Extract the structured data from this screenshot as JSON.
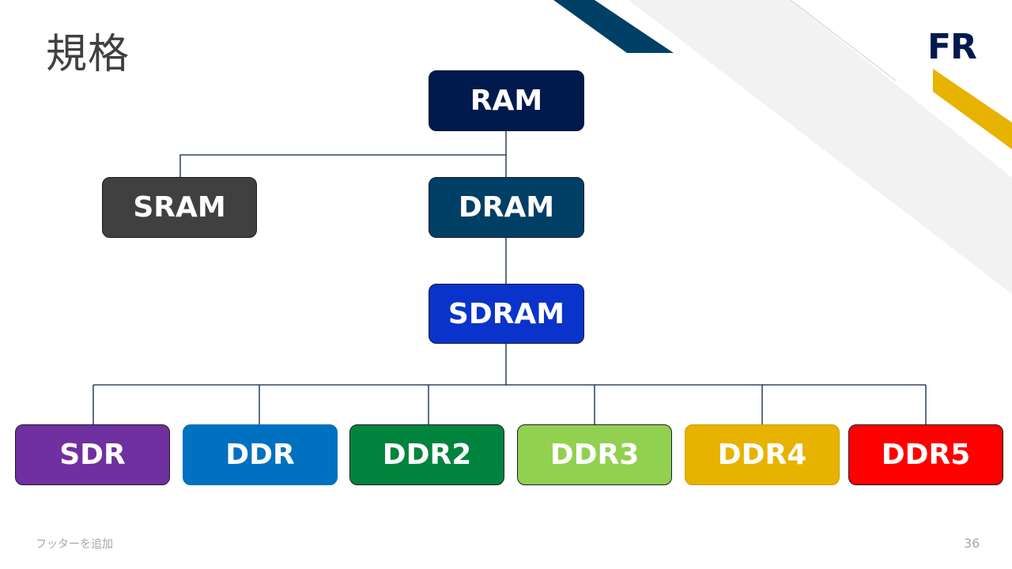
{
  "slide": {
    "title": "規格",
    "logo_text": "FR",
    "footer_text": "フッターを追加",
    "page_number": "36"
  },
  "theme": {
    "logo_color": "#001a4d",
    "stripe_dark_blue": "#003f66",
    "stripe_gold": "#e8b200",
    "band_gray": "#f2f2f2",
    "connector_color": "#0a1f44"
  },
  "hierarchy": {
    "root": {
      "id": "ram",
      "label": "RAM",
      "color": "#001a4d"
    },
    "level1": [
      {
        "id": "sram",
        "label": "SRAM",
        "color": "#404040",
        "parent": "ram"
      },
      {
        "id": "dram",
        "label": "DRAM",
        "color": "#003f66",
        "parent": "ram"
      }
    ],
    "level2": [
      {
        "id": "sdram",
        "label": "SDRAM",
        "color": "#0a33cc",
        "parent": "dram"
      }
    ],
    "level3": [
      {
        "id": "sdr",
        "label": "SDR",
        "color": "#7030a0",
        "parent": "sdram"
      },
      {
        "id": "ddr",
        "label": "DDR",
        "color": "#0070c0",
        "parent": "sdram"
      },
      {
        "id": "ddr2",
        "label": "DDR2",
        "color": "#00843d",
        "parent": "sdram"
      },
      {
        "id": "ddr3",
        "label": "DDR3",
        "color": "#92d050",
        "parent": "sdram"
      },
      {
        "id": "ddr4",
        "label": "DDR4",
        "color": "#e8b200",
        "parent": "sdram"
      },
      {
        "id": "ddr5",
        "label": "DDR5",
        "color": "#ff0000",
        "parent": "sdram"
      }
    ]
  }
}
